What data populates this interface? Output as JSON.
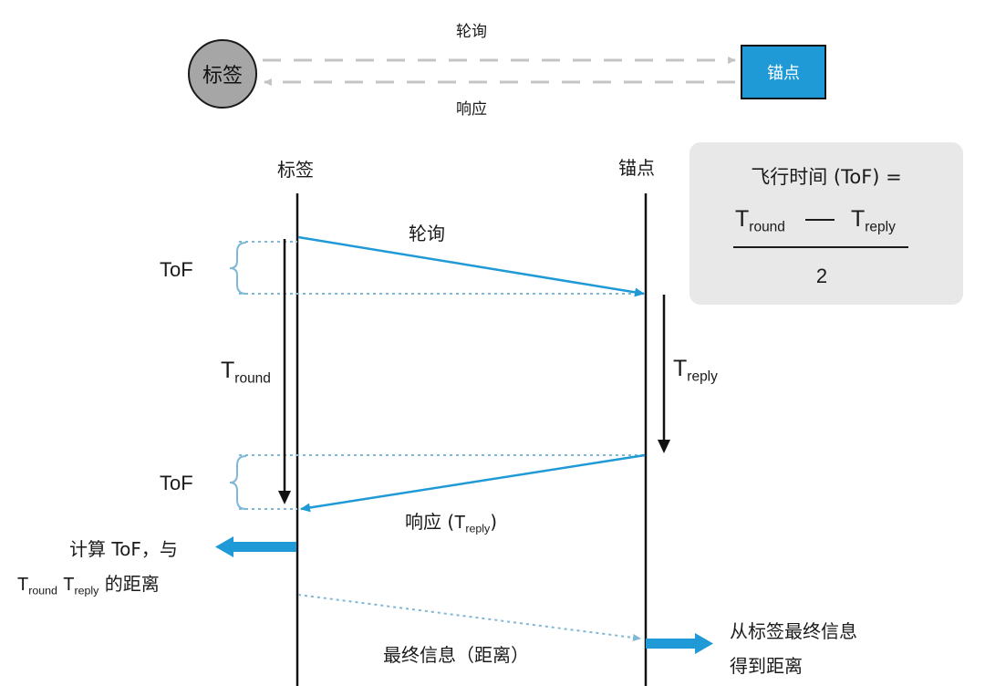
{
  "top": {
    "poll_label": "轮询",
    "response_label": "响应",
    "tag_label": "标签",
    "anchor_label": "锚点"
  },
  "timeline": {
    "tag_header": "标签",
    "anchor_header": "锚点",
    "poll_label": "轮询",
    "tof_label_1": "ToF",
    "tof_label_2": "ToF",
    "t_round_main": "T",
    "t_round_sub": "round",
    "t_reply_main": "T",
    "t_reply_sub": "reply",
    "response_label": "响应 (",
    "response_t": "T",
    "response_sub": "reply",
    "response_close": ")",
    "final_message": "最终信息（距离）",
    "compute_line1": "计算 ToF，与",
    "compute_t1": "T",
    "compute_sub1": "round",
    "compute_t2": "T",
    "compute_sub2": "reply",
    "compute_tail": "的距离",
    "anchor_result_line1": "从标签最终信息",
    "anchor_result_line2": "得到距离"
  },
  "formula": {
    "heading": "飞行时间 (ToF) =",
    "t1": "T",
    "t1_sub": "round",
    "t2": "T",
    "t2_sub": "reply",
    "denominator": "2"
  },
  "colors": {
    "arrow_blue": "#1f9ad6",
    "dotted_blue": "#7fb7d6",
    "dash_gray": "#c4c4c4",
    "tag_gray": "#a6a6a6",
    "panel_gray": "#e8e8e8"
  }
}
